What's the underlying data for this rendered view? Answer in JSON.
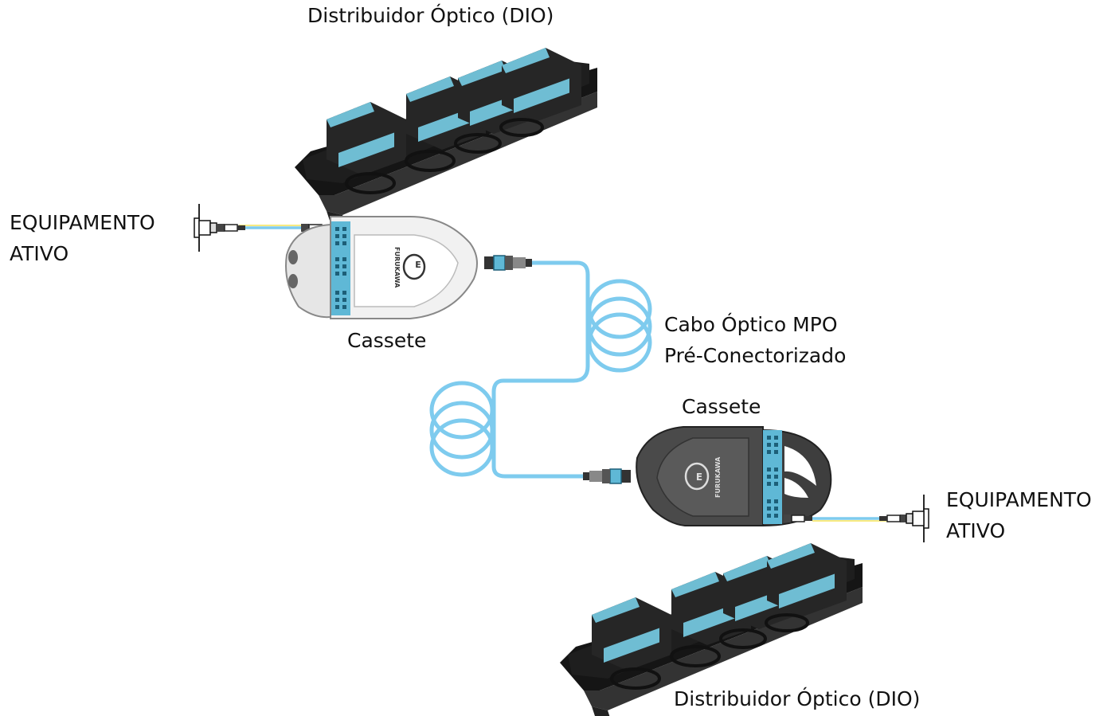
{
  "labels": {
    "dio_top": "Distribuidor Óptico (DIO)",
    "dio_bottom": "Distribuidor Óptico (DIO)",
    "equip_left_l1": "EQUIPAMENTO",
    "equip_left_l2": "ATIVO",
    "equip_right_l1": "EQUIPAMENTO",
    "equip_right_l2": "ATIVO",
    "cassete_top": "Cassete",
    "cassete_bottom": "Cassete",
    "cable_l1": "Cabo Óptico MPO",
    "cable_l2": "Pré-Conectorizado"
  },
  "cassette_logo_text": "FURUKAWA",
  "colors": {
    "fiber": "#7ecbee",
    "port": "#5fb8d6",
    "tray": "#2c2c2c",
    "cassette_light": "#eeeeee",
    "cassette_dark": "#4a4a4a",
    "label": "#111111"
  },
  "icons": [
    "dio-rack-icon",
    "cassette-icon",
    "mpo-connector-icon",
    "lc-connector-icon",
    "fiber-coil-icon",
    "active-equipment-port-icon"
  ]
}
